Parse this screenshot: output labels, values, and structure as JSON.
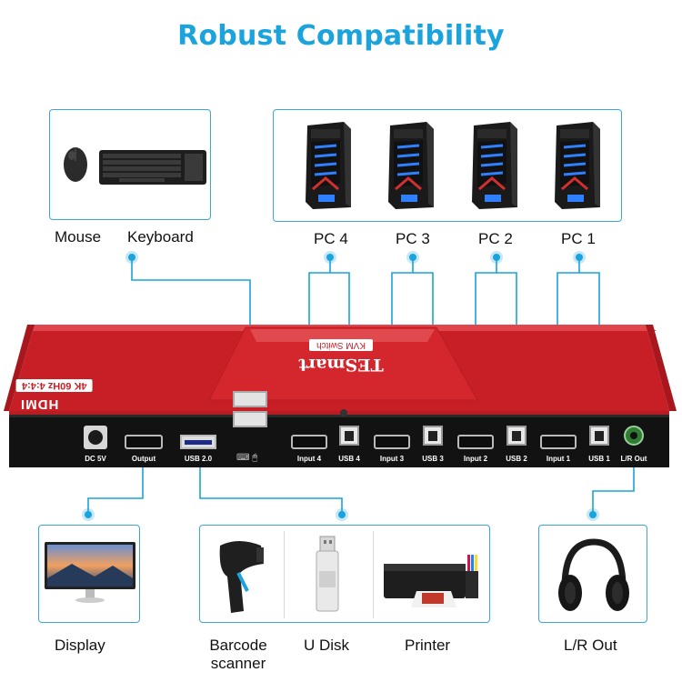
{
  "title": "Robust Compatibility",
  "top_labels": {
    "mouse": "Mouse",
    "keyboard": "Keyboard",
    "pc4": "PC 4",
    "pc3": "PC 3",
    "pc2": "PC 2",
    "pc1": "PC 1"
  },
  "device": {
    "brand": "TESmart",
    "model": "KVM Switch",
    "badge": "4K 60Hz 4:4:4",
    "hdmi_logo": "HDMI",
    "color": "#d7242a",
    "ports": {
      "dc": "DC 5V",
      "output": "Output",
      "usb20": "USB 2.0",
      "input4": "Input 4",
      "usb4": "USB 4",
      "input3": "Input 3",
      "usb3": "USB 3",
      "input2": "Input 2",
      "usb2": "USB 2",
      "input1": "Input 1",
      "usb1": "USB 1",
      "lr": "L/R Out"
    }
  },
  "bottom_labels": {
    "display": "Display",
    "barcode": "Barcode scanner",
    "udisk": "U Disk",
    "printer": "Printer",
    "lrout": "L/R Out"
  },
  "accent_color": "#1aa3dc",
  "icons": [
    "mouse-icon",
    "keyboard-icon",
    "pc-tower-icon",
    "monitor-icon",
    "barcode-scanner-icon",
    "usb-disk-icon",
    "printer-icon",
    "headphones-icon"
  ]
}
